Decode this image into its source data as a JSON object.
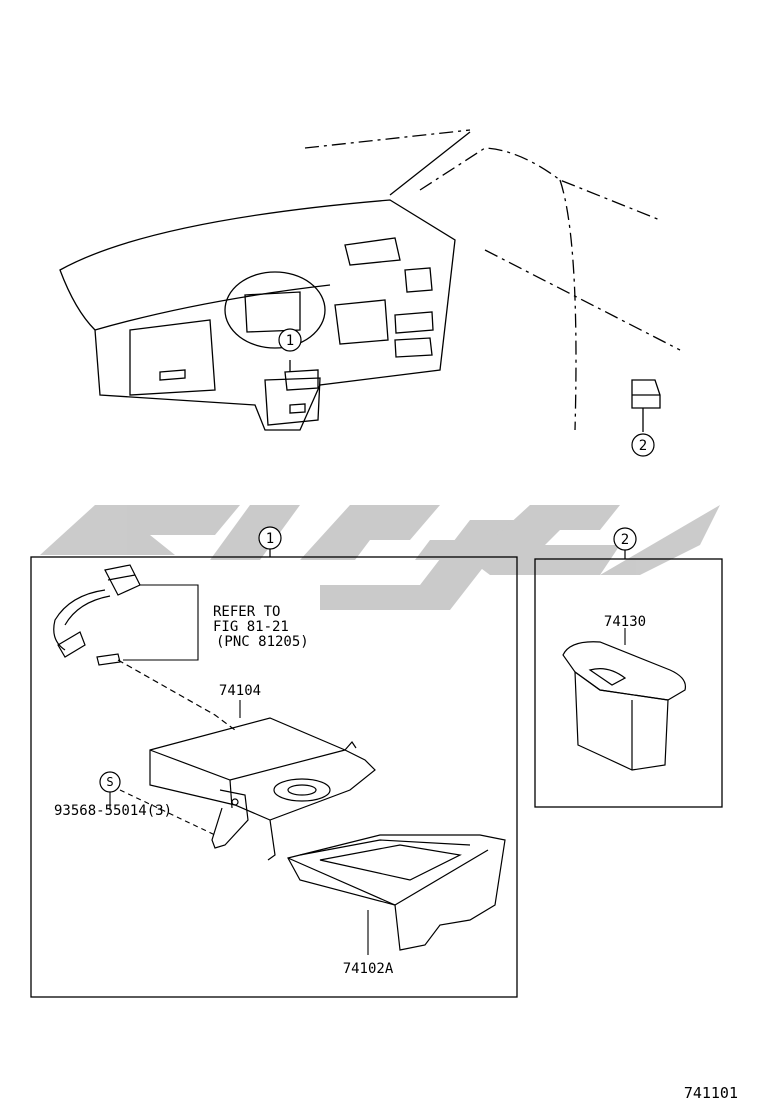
{
  "callouts": {
    "one": "1",
    "two": "2",
    "s": "S"
  },
  "labels": {
    "refer_line1": "REFER TO",
    "refer_line2": "FIG 81-21",
    "refer_line3": "(PNC 81205)",
    "p74104": "74104",
    "p74102a": "74102A",
    "screw": "93568-55014(3)",
    "p74130": "74130",
    "fig_number": "741101"
  },
  "watermark": {
    "color": "#c8c8c8"
  }
}
